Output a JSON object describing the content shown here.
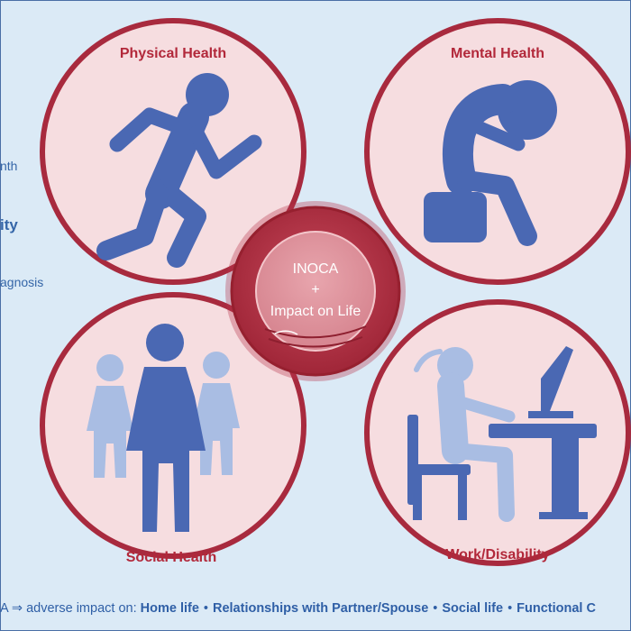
{
  "left_partial": {
    "line1": "nth",
    "line2": "ity",
    "line3": "agnosis"
  },
  "quadrants": {
    "physical": {
      "label": "Physical Health",
      "icon": "running-person-icon"
    },
    "mental": {
      "label": "Mental Health",
      "icon": "distressed-person-icon"
    },
    "social": {
      "label": "Social Health",
      "icon": "group-of-people-icon"
    },
    "work": {
      "label": "Work/Disability",
      "icon": "person-at-computer-desk-icon"
    }
  },
  "center": {
    "line1": "INOCA",
    "line2": "+",
    "line3": "Impact on Life",
    "icon": "blood-vessel-icon"
  },
  "bottom": {
    "prefix": "A",
    "arrow": "⇒",
    "lead": "adverse impact on:",
    "items": [
      "Home life",
      "Relationships with Partner/Spouse",
      "Social life",
      "Functional C"
    ],
    "separator": "•"
  },
  "colors": {
    "background": "#dbeaf6",
    "circle_border": "#a82a3e",
    "circle_fill": "#f6dde0",
    "figure": "#4a68b3",
    "figure_light": "#a9bde3",
    "label": "#b2283a"
  }
}
